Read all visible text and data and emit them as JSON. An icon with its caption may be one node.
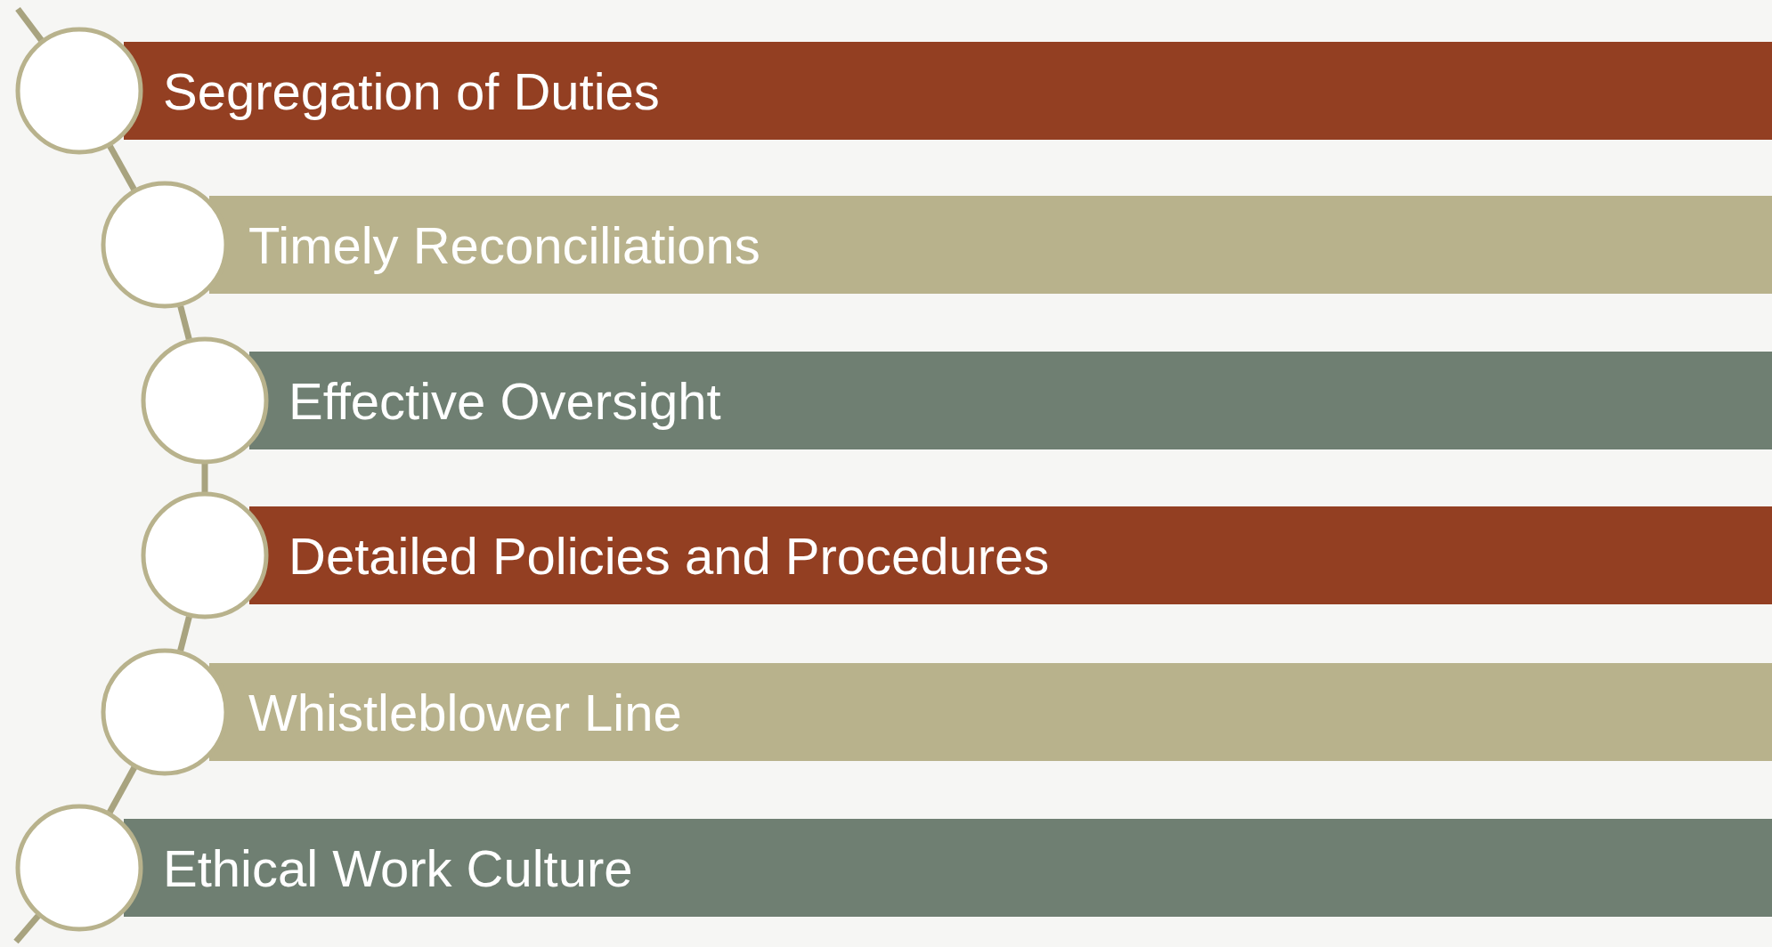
{
  "diagram": {
    "nodes": [
      {
        "text": [
          "Segregation of Duties"
        ]
      },
      {
        "text": [
          "Timely Reconciliations"
        ]
      },
      {
        "text": [
          "Effective Oversight"
        ]
      },
      {
        "text": [
          "Detailed Policies and Procedures"
        ]
      },
      {
        "text": [
          "Whistleblower Line"
        ]
      },
      {
        "text": [
          "Ethical Work Culture"
        ]
      },
      {
        "text": [],
        "shape": "circle"
      },
      {
        "text": [],
        "shape": "circle"
      },
      {
        "text": [],
        "shape": "circle"
      },
      {
        "text": [],
        "shape": "circle"
      },
      {
        "text": [],
        "shape": "circle"
      },
      {
        "text": [],
        "shape": "circle"
      }
    ],
    "edges": [
      {
        "from": null,
        "to": 6,
        "arrow": "none"
      },
      {
        "from": 6,
        "to": 7,
        "arrow": "none"
      },
      {
        "from": 7,
        "to": 8,
        "arrow": "none"
      },
      {
        "from": 8,
        "to": 9,
        "arrow": "none"
      },
      {
        "from": 9,
        "to": 10,
        "arrow": "none"
      },
      {
        "from": 10,
        "to": 11,
        "arrow": "none"
      },
      {
        "from": 11,
        "to": null,
        "arrow": "none"
      }
    ]
  }
}
